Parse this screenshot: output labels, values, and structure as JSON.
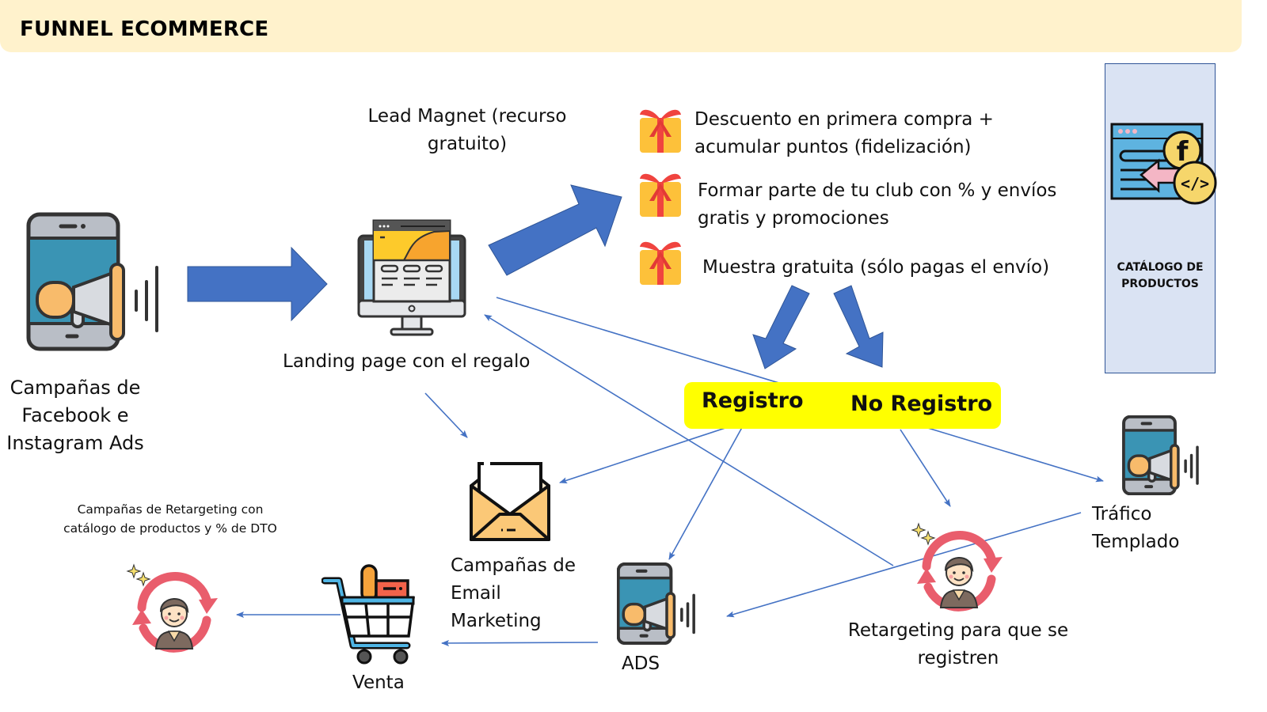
{
  "header": {
    "title": "FUNNEL ECOMMERCE"
  },
  "colors": {
    "header_bg": "#fff2cc",
    "big_arrow": "#4472c4",
    "connector": "#4472c4",
    "decision_box": "#ffff00",
    "catalog_bg": "#dae3f3",
    "catalog_border": "#2f5597"
  },
  "nodes": {
    "facebook_ads": {
      "label_lines": [
        "Campañas de",
        "Facebook e",
        "Instagram Ads"
      ],
      "icon": "megaphone-phone-icon"
    },
    "landing": {
      "label": "Landing page con el regalo",
      "icon": "landing-page-monitor-icon"
    },
    "lead_magnet": {
      "label_lines": [
        "Lead Magnet (recurso",
        "gratuito)"
      ]
    },
    "gifts": [
      {
        "icon": "gift-icon",
        "lines": [
          "Descuento en primera compra +",
          "acumular puntos (fidelización)"
        ]
      },
      {
        "icon": "gift-icon",
        "lines": [
          "Formar parte de tu club con % y envíos",
          "gratis y promociones"
        ]
      },
      {
        "icon": "gift-icon",
        "lines": [
          "Muestra gratuita (sólo pagas el envío)"
        ]
      }
    ],
    "catalog": {
      "label_lines": [
        "CATÁLOGO DE",
        "PRODUCTOS"
      ],
      "icon": "facebook-catalog-code-icon"
    },
    "decision": {
      "registro": "Registro",
      "no_registro": "No Registro"
    },
    "email": {
      "label_lines": [
        "Campañas de",
        "Email",
        "Marketing"
      ],
      "icon": "envelope-icon"
    },
    "ads": {
      "label": "ADS",
      "icon": "megaphone-phone-icon"
    },
    "retargeting_register": {
      "label_lines": [
        "Retargeting para que se",
        "registren"
      ],
      "icon": "retargeting-person-icon"
    },
    "trafico": {
      "label_lines": [
        "Tráfico",
        "Templado"
      ],
      "icon": "megaphone-phone-icon"
    },
    "venta": {
      "label": "Venta",
      "icon": "shopping-cart-icon"
    },
    "retargeting_catalog": {
      "label_lines": [
        "Campañas de Retargeting con",
        "catálogo de productos y % de DTO"
      ],
      "icon": "retargeting-person-icon"
    }
  },
  "edges": [
    {
      "from": "facebook_ads",
      "to": "landing",
      "style": "block-arrow"
    },
    {
      "from": "landing",
      "to": "gifts",
      "style": "block-arrow"
    },
    {
      "from": "gifts",
      "to": "registro",
      "style": "block-arrow"
    },
    {
      "from": "gifts",
      "to": "no_registro",
      "style": "block-arrow"
    },
    {
      "from": "landing",
      "to": "email",
      "style": "thin-arrow"
    },
    {
      "from": "landing",
      "to": "trafico",
      "style": "thin-arrow"
    },
    {
      "from": "retargeting_register",
      "to": "landing",
      "style": "thin-arrow"
    },
    {
      "from": "registro",
      "to": "email",
      "style": "thin-arrow"
    },
    {
      "from": "registro",
      "to": "ads",
      "style": "thin-arrow"
    },
    {
      "from": "no_registro",
      "to": "retargeting_register",
      "style": "thin-arrow"
    },
    {
      "from": "trafico",
      "to": "ads",
      "style": "thin-arrow"
    },
    {
      "from": "ads",
      "to": "venta",
      "style": "thin-arrow"
    },
    {
      "from": "venta",
      "to": "retargeting_catalog",
      "style": "thin-arrow"
    }
  ]
}
